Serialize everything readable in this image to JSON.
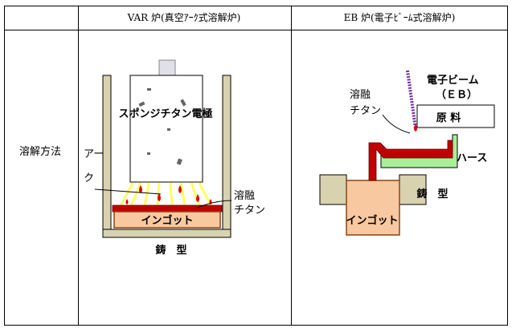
{
  "table": {
    "header_left": "VAR 炉(真空ｱｰｸ式溶解炉)",
    "header_right": "EB 炉(電子ﾋﾞｰﾑ式溶解炉)",
    "row_label": "溶解方法"
  },
  "var": {
    "electrode": "スポンジチタン電極",
    "arc_line1": "アー",
    "arc_line2": "ク",
    "molten_line1": "溶融",
    "molten_line2": "チタン",
    "ingot": "インゴット",
    "mold": "鋳　型"
  },
  "eb": {
    "beam_line1": "電子ビーム",
    "beam_line2": "（ＥＢ）",
    "molten_line1": "溶融",
    "molten_line2": "チタン",
    "raw": "原 料",
    "hearth": "ハース",
    "mold": "鋳　型",
    "ingot": "インゴット"
  },
  "colors": {
    "mold_wall": "#D8D2B0",
    "crucible_red": "#C00000",
    "drop_red": "#E00000",
    "arc_yellow": "#FFFF66",
    "ingot_fill": "#F8C8A0",
    "hearth_green": "#A8F098",
    "beam_purple": "#7030A0",
    "rod_gray": "#E0E0E8"
  }
}
